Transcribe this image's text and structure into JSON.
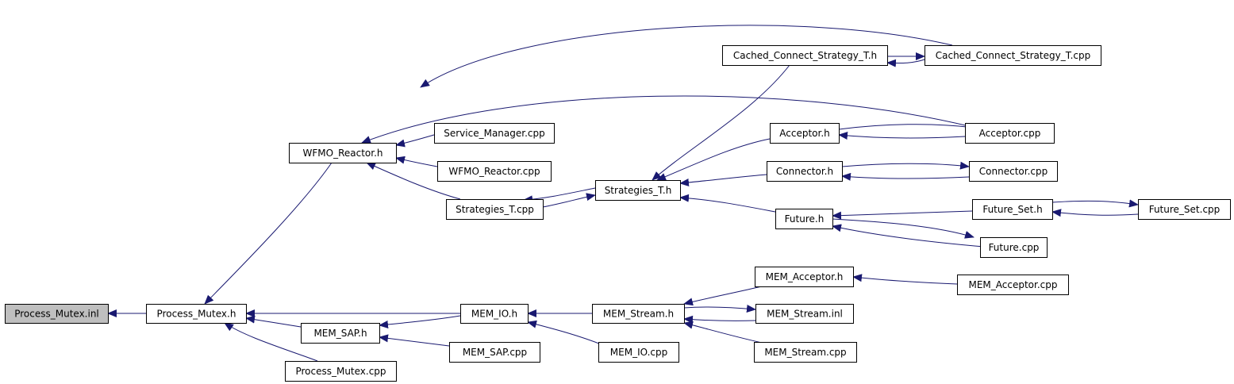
{
  "graph": {
    "edge_color": "#191970",
    "root_fill": "#bfbfbf",
    "nodes": [
      {
        "id": "process_mutex_inl",
        "label": "Process_Mutex.inl",
        "root": true
      },
      {
        "id": "process_mutex_h",
        "label": "Process_Mutex.h"
      },
      {
        "id": "wfmo_reactor_h",
        "label": "WFMO_Reactor.h"
      },
      {
        "id": "mem_sap_h",
        "label": "MEM_SAP.h"
      },
      {
        "id": "process_mutex_cpp",
        "label": "Process_Mutex.cpp"
      },
      {
        "id": "mem_io_h",
        "label": "MEM_IO.h"
      },
      {
        "id": "service_manager_cpp",
        "label": "Service_Manager.cpp"
      },
      {
        "id": "wfmo_reactor_cpp",
        "label": "WFMO_Reactor.cpp"
      },
      {
        "id": "strategies_t_cpp",
        "label": "Strategies_T.cpp"
      },
      {
        "id": "mem_sap_cpp",
        "label": "MEM_SAP.cpp"
      },
      {
        "id": "strategies_t_h",
        "label": "Strategies_T.h"
      },
      {
        "id": "mem_stream_h",
        "label": "MEM_Stream.h"
      },
      {
        "id": "mem_io_cpp",
        "label": "MEM_IO.cpp"
      },
      {
        "id": "cached_connect_strategy_t_h",
        "label": "Cached_Connect_Strategy_T.h"
      },
      {
        "id": "cached_connect_strategy_t_cpp",
        "label": "Cached_Connect_Strategy_T.cpp"
      },
      {
        "id": "acceptor_h",
        "label": "Acceptor.h"
      },
      {
        "id": "acceptor_cpp",
        "label": "Acceptor.cpp"
      },
      {
        "id": "connector_h",
        "label": "Connector.h"
      },
      {
        "id": "connector_cpp",
        "label": "Connector.cpp"
      },
      {
        "id": "future_h",
        "label": "Future.h"
      },
      {
        "id": "future_set_h",
        "label": "Future_Set.h"
      },
      {
        "id": "future_set_cpp",
        "label": "Future_Set.cpp"
      },
      {
        "id": "future_cpp",
        "label": "Future.cpp"
      },
      {
        "id": "mem_acceptor_h",
        "label": "MEM_Acceptor.h"
      },
      {
        "id": "mem_acceptor_cpp",
        "label": "MEM_Acceptor.cpp"
      },
      {
        "id": "mem_stream_inl",
        "label": "MEM_Stream.inl"
      },
      {
        "id": "mem_stream_cpp",
        "label": "MEM_Stream.cpp"
      }
    ],
    "edges": [
      {
        "from": "process_mutex_h",
        "to": "process_mutex_inl"
      },
      {
        "from": "wfmo_reactor_h",
        "to": "process_mutex_h"
      },
      {
        "from": "mem_sap_h",
        "to": "process_mutex_h"
      },
      {
        "from": "process_mutex_cpp",
        "to": "process_mutex_h"
      },
      {
        "from": "mem_io_h",
        "to": "process_mutex_h"
      },
      {
        "from": "service_manager_cpp",
        "to": "wfmo_reactor_h"
      },
      {
        "from": "wfmo_reactor_cpp",
        "to": "wfmo_reactor_h"
      },
      {
        "from": "strategies_t_cpp",
        "to": "wfmo_reactor_h"
      },
      {
        "from": "cached_connect_strategy_t_cpp",
        "to": "wfmo_reactor_h"
      },
      {
        "from": "acceptor_cpp",
        "to": "wfmo_reactor_h"
      },
      {
        "from": "mem_io_h",
        "to": "mem_sap_h"
      },
      {
        "from": "mem_sap_cpp",
        "to": "mem_sap_h"
      },
      {
        "from": "strategies_t_h",
        "to": "strategies_t_cpp"
      },
      {
        "from": "strategies_t_cpp",
        "to": "strategies_t_h"
      },
      {
        "from": "cached_connect_strategy_t_h",
        "to": "strategies_t_h"
      },
      {
        "from": "acceptor_h",
        "to": "strategies_t_h"
      },
      {
        "from": "connector_h",
        "to": "strategies_t_h"
      },
      {
        "from": "future_h",
        "to": "strategies_t_h"
      },
      {
        "from": "cached_connect_strategy_t_h",
        "to": "cached_connect_strategy_t_cpp"
      },
      {
        "from": "cached_connect_strategy_t_cpp",
        "to": "cached_connect_strategy_t_h"
      },
      {
        "from": "acceptor_h",
        "to": "acceptor_cpp"
      },
      {
        "from": "acceptor_cpp",
        "to": "acceptor_h"
      },
      {
        "from": "connector_h",
        "to": "connector_cpp"
      },
      {
        "from": "connector_cpp",
        "to": "connector_h"
      },
      {
        "from": "future_set_h",
        "to": "future_h"
      },
      {
        "from": "future_cpp",
        "to": "future_h"
      },
      {
        "from": "future_h",
        "to": "future_cpp"
      },
      {
        "from": "future_set_h",
        "to": "future_set_cpp"
      },
      {
        "from": "future_set_cpp",
        "to": "future_set_h"
      },
      {
        "from": "mem_stream_h",
        "to": "mem_io_h"
      },
      {
        "from": "mem_io_cpp",
        "to": "mem_io_h"
      },
      {
        "from": "mem_acceptor_h",
        "to": "mem_stream_h"
      },
      {
        "from": "mem_stream_inl",
        "to": "mem_stream_h"
      },
      {
        "from": "mem_stream_h",
        "to": "mem_stream_inl"
      },
      {
        "from": "mem_stream_cpp",
        "to": "mem_stream_h"
      },
      {
        "from": "mem_acceptor_cpp",
        "to": "mem_acceptor_h"
      }
    ]
  }
}
